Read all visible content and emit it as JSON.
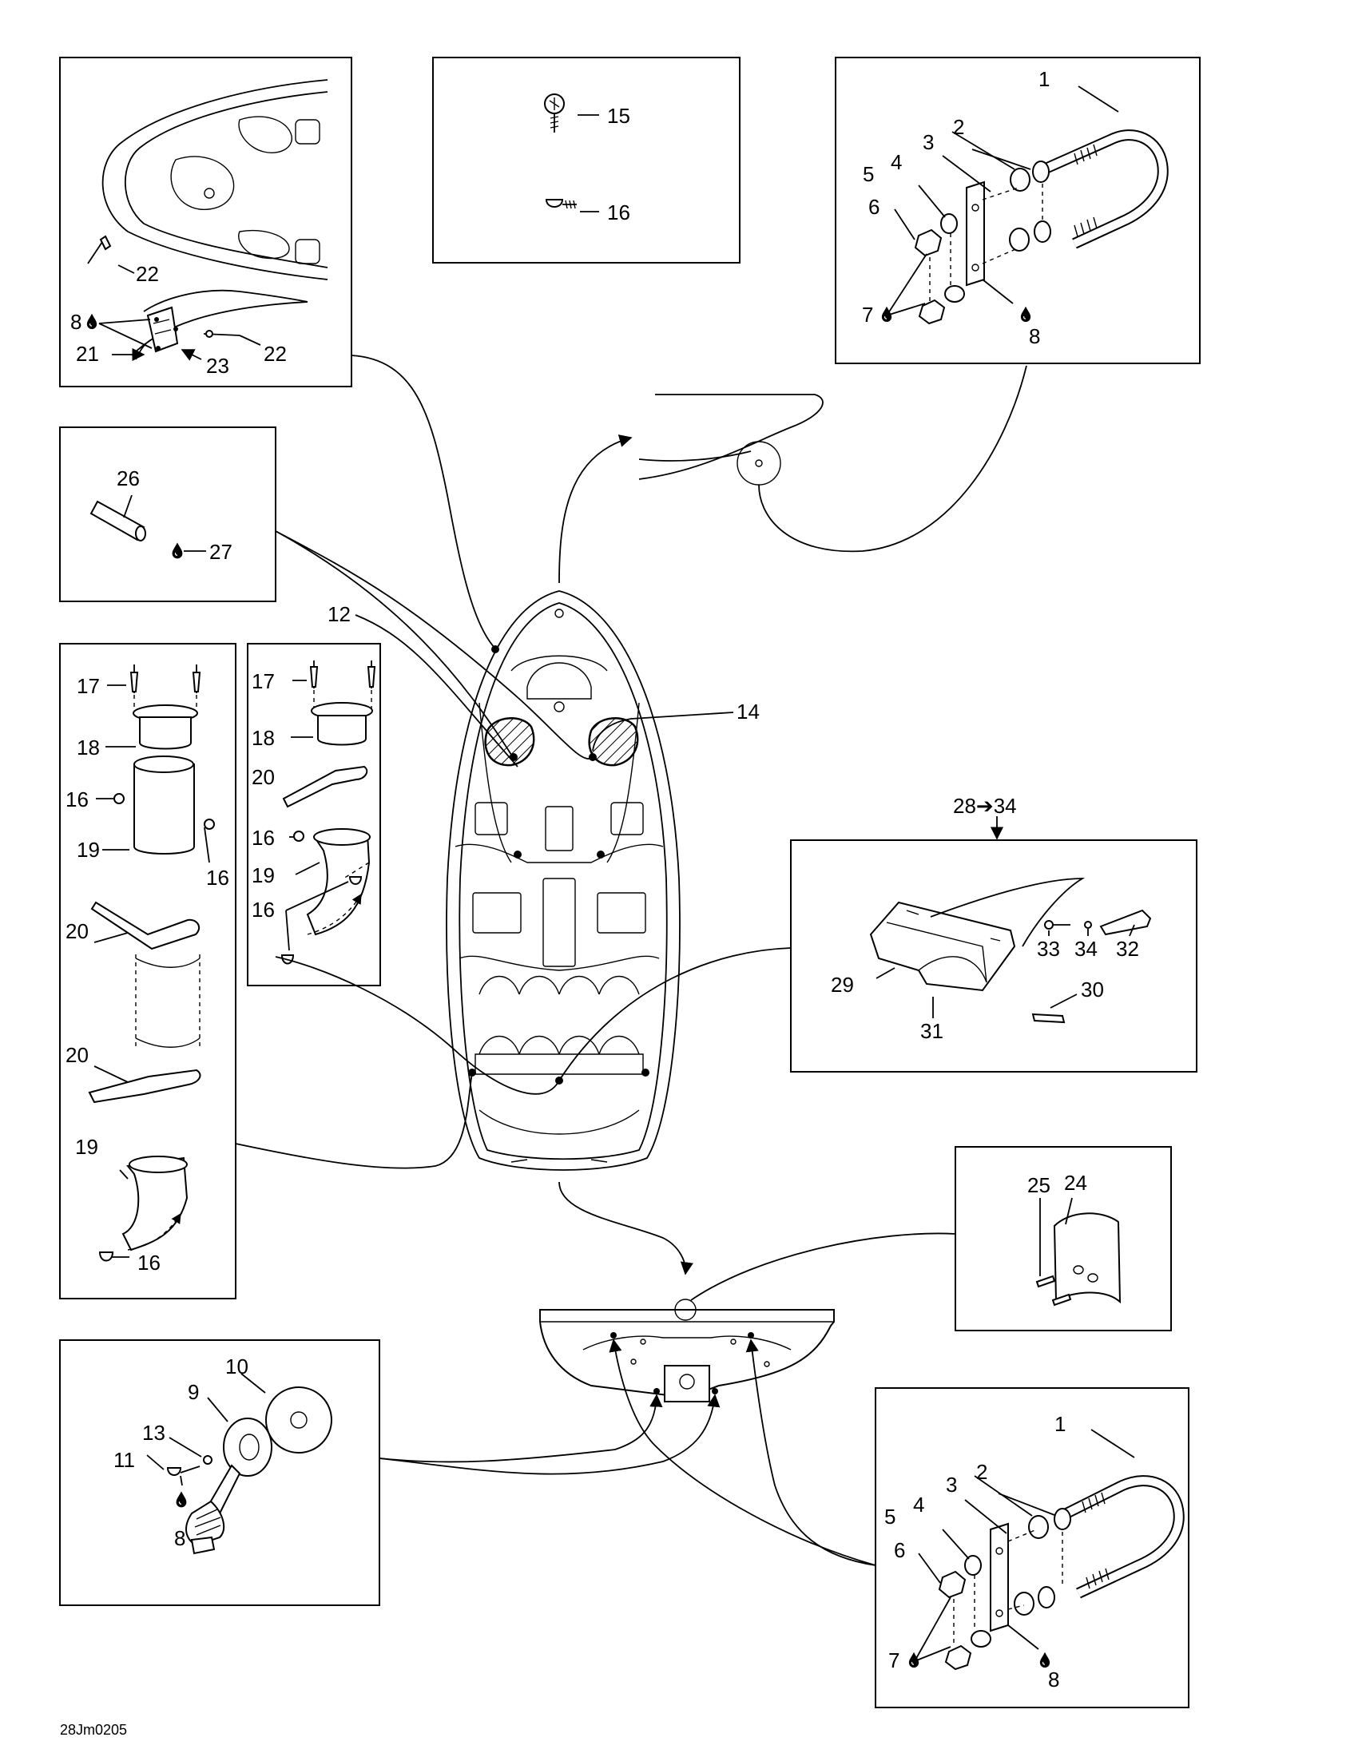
{
  "diagram_code": "28Jm0205",
  "labels": {
    "n1": "1",
    "n2": "2",
    "n3": "3",
    "n4": "4",
    "n5": "5",
    "n6": "6",
    "n7": "7",
    "n8": "8",
    "n9": "9",
    "n10": "10",
    "n11": "11",
    "n12": "12",
    "n13": "13",
    "n14": "14",
    "n15": "15",
    "n16": "16",
    "n17": "17",
    "n18": "18",
    "n19": "19",
    "n20": "20",
    "n21": "21",
    "n22": "22",
    "n23": "23",
    "n24": "24",
    "n25": "25",
    "n26": "26",
    "n27": "27",
    "n28_34": "28➔34",
    "n29": "29",
    "n30": "30",
    "n31": "31",
    "n32": "32",
    "n33": "33",
    "n34": "34"
  },
  "icons": {
    "sealant": "drop-icon",
    "arrow": "arrow-icon"
  }
}
